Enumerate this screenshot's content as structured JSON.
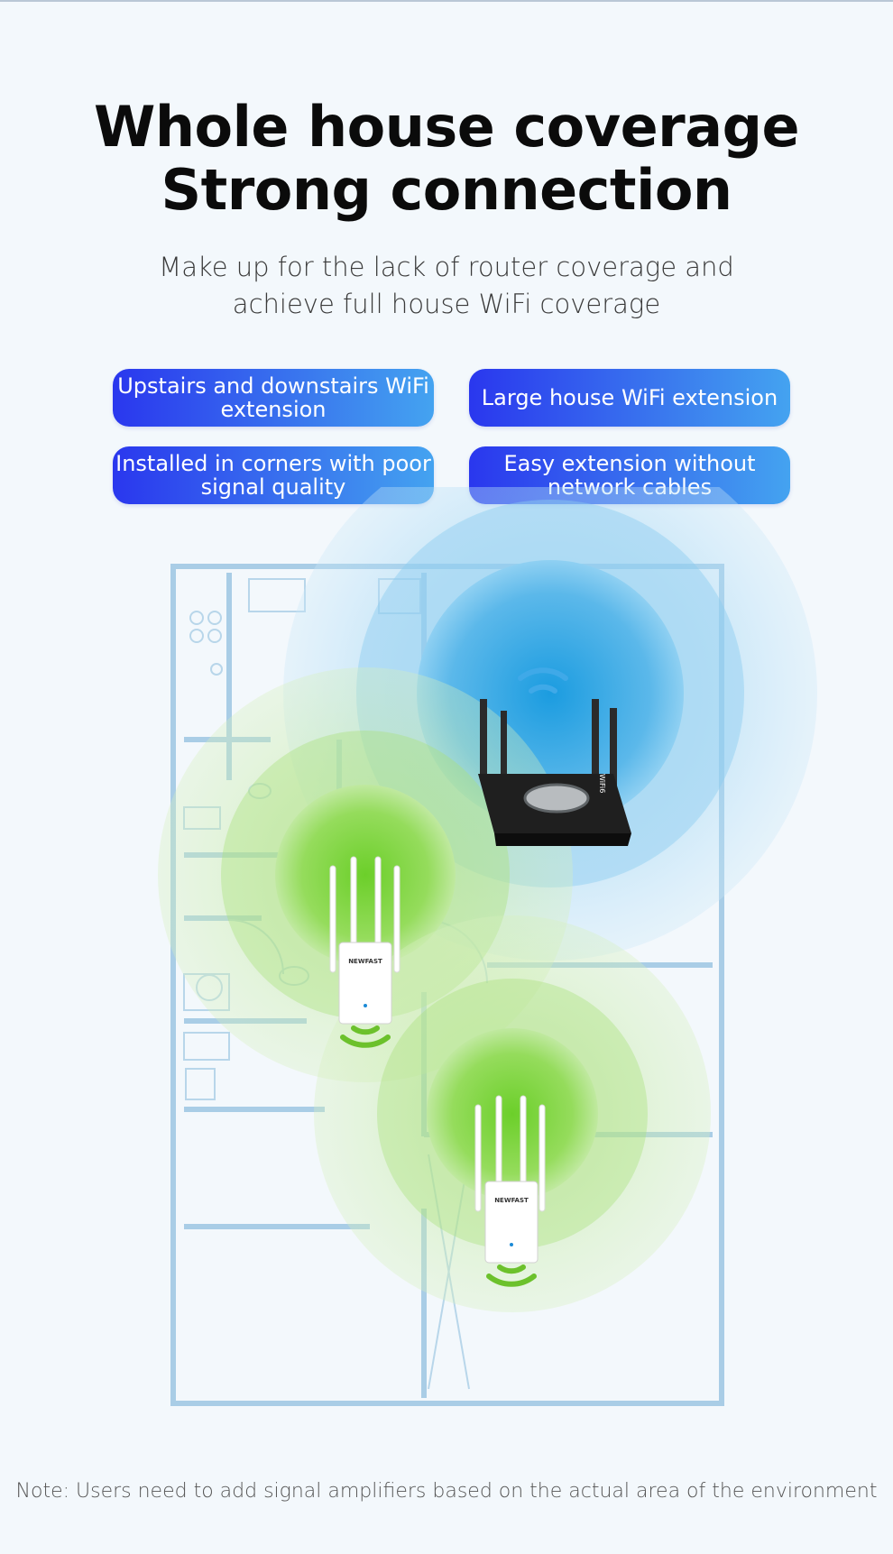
{
  "header": {
    "title_line1": "Whole house coverage",
    "title_line2": "Strong connection",
    "subtitle_line1": "Make up for the lack of router coverage and",
    "subtitle_line2": "achieve full house WiFi coverage"
  },
  "features": [
    {
      "label": "Upstairs and downstairs WiFi extension"
    },
    {
      "label": "Large house WiFi extension"
    },
    {
      "label": "Installed in corners with poor signal quality"
    },
    {
      "label": "Easy extension without network cables"
    }
  ],
  "devices": {
    "extender_brand": "NEWFAST",
    "router_badge": "WiFi6"
  },
  "colors": {
    "router_signal": "#3fa9e8",
    "extender_signal": "#8fd84a",
    "pill_start": "#2a37ee",
    "pill_end": "#44a3f0"
  },
  "footer": {
    "note": "Note: Users need to add signal amplifiers based on the actual area of the environment"
  }
}
